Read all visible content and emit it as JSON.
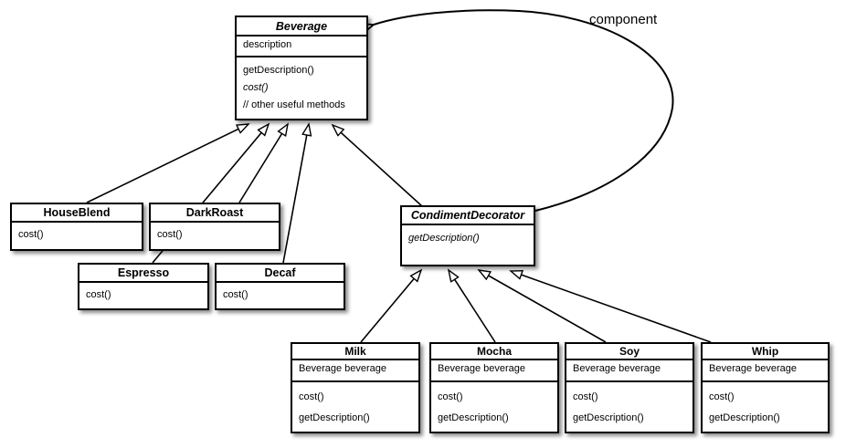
{
  "diagram": {
    "type": "uml-class-diagram",
    "pattern": "Decorator"
  },
  "classes": [
    {
      "name": "Beverage",
      "abstract": true,
      "attributes": [
        "description"
      ],
      "methods": [
        "getDescription()",
        "cost()",
        "// other useful methods"
      ]
    },
    {
      "name": "HouseBlend",
      "abstract": false,
      "attributes": [],
      "methods": [
        "cost()"
      ]
    },
    {
      "name": "DarkRoast",
      "abstract": false,
      "attributes": [],
      "methods": [
        "cost()"
      ]
    },
    {
      "name": "Espresso",
      "abstract": false,
      "attributes": [],
      "methods": [
        "cost()"
      ]
    },
    {
      "name": "Decaf",
      "abstract": false,
      "attributes": [],
      "methods": [
        "cost()"
      ]
    },
    {
      "name": "CondimentDecorator",
      "abstract": true,
      "attributes": [],
      "methods": [
        "getDescription()"
      ]
    },
    {
      "name": "Milk",
      "abstract": false,
      "attributes": [
        "Beverage beverage"
      ],
      "methods": [
        "cost()",
        "getDescription()"
      ]
    },
    {
      "name": "Mocha",
      "abstract": false,
      "attributes": [
        "Beverage beverage"
      ],
      "methods": [
        "cost()",
        "getDescription()"
      ]
    },
    {
      "name": "Soy",
      "abstract": false,
      "attributes": [
        "Beverage beverage"
      ],
      "methods": [
        "cost()",
        "getDescription()"
      ]
    },
    {
      "name": "Whip",
      "abstract": false,
      "attributes": [
        "Beverage beverage"
      ],
      "methods": [
        "cost()",
        "getDescription()"
      ]
    }
  ],
  "relationships": {
    "component_label": "component",
    "inheritance": [
      {
        "from": "HouseBlend",
        "to": "Beverage"
      },
      {
        "from": "DarkRoast",
        "to": "Beverage"
      },
      {
        "from": "Espresso",
        "to": "Beverage"
      },
      {
        "from": "Decaf",
        "to": "Beverage"
      },
      {
        "from": "CondimentDecorator",
        "to": "Beverage"
      },
      {
        "from": "Milk",
        "to": "CondimentDecorator"
      },
      {
        "from": "Mocha",
        "to": "CondimentDecorator"
      },
      {
        "from": "Soy",
        "to": "CondimentDecorator"
      },
      {
        "from": "Whip",
        "to": "CondimentDecorator"
      }
    ],
    "association": [
      {
        "from": "CondimentDecorator",
        "to": "Beverage",
        "label": "component"
      }
    ]
  },
  "colors": {
    "line": "#000000",
    "box_fill": "#ffffff",
    "box_border": "#000000",
    "background": "#ffffff"
  }
}
